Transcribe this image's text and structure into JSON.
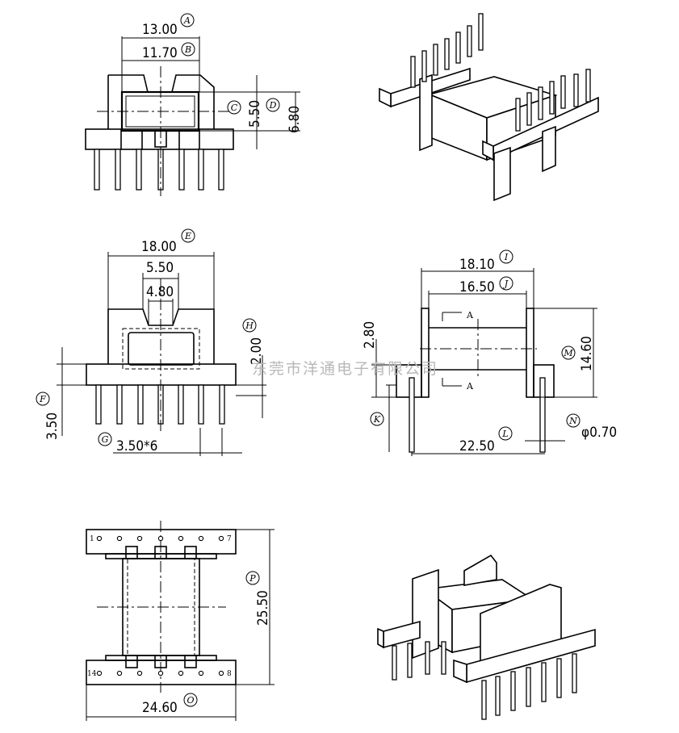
{
  "dimensions": {
    "A": "13.00",
    "B": "11.70",
    "C": "5.50",
    "D": "6.80",
    "E": "18.00",
    "F": "3.50",
    "G": "3.50*6",
    "H": "2.00",
    "I": "18.10",
    "J": "16.50",
    "K": "2.80",
    "L": "22.50",
    "M": "14.60",
    "N": "φ0.70",
    "O": "24.60",
    "P": "25.50",
    "front_inner": "5.50",
    "front_slot": "4.80"
  },
  "markers": [
    "A",
    "B",
    "C",
    "D",
    "E",
    "F",
    "G",
    "H",
    "I",
    "J",
    "K",
    "L",
    "M",
    "N",
    "O",
    "P"
  ],
  "section_labels": [
    "A",
    "A"
  ],
  "pin_numbers": {
    "top_left": "1",
    "top_right": "7",
    "bottom_left": "14",
    "bottom_right": "8"
  },
  "watermark": "东莞市洋通电子有限公司",
  "colors": {
    "ink": "#000000",
    "watermark": "#b8b8b8",
    "background": "#ffffff"
  }
}
